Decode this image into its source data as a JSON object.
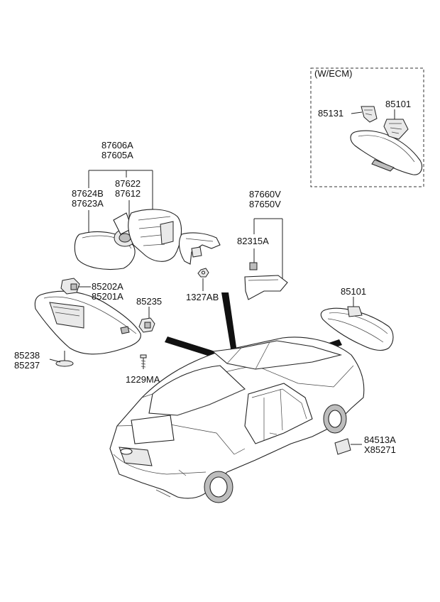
{
  "variant_box": {
    "title": "(W/ECM)"
  },
  "labels": {
    "ecm_mirror": "85101",
    "ecm_cover": "85131",
    "outside_mirror_assy_a": "87606A",
    "outside_mirror_assy_b": "87605A",
    "mirror_holder_a": "87622",
    "mirror_holder_b": "87612",
    "mirror_glass_a": "87624B",
    "mirror_glass_b": "87623A",
    "trim_a": "87660V",
    "trim_b": "87650V",
    "clip": "82315A",
    "nut": "1327AB",
    "sunvisor_a": "85202A",
    "sunvisor_b": "85201A",
    "visor_retainer": "85235",
    "visor_cap_a": "85238",
    "visor_cap_b": "85237",
    "screw": "1229MA",
    "inside_mirror": "85101",
    "label_a": "84513A",
    "label_b": "X85271"
  }
}
